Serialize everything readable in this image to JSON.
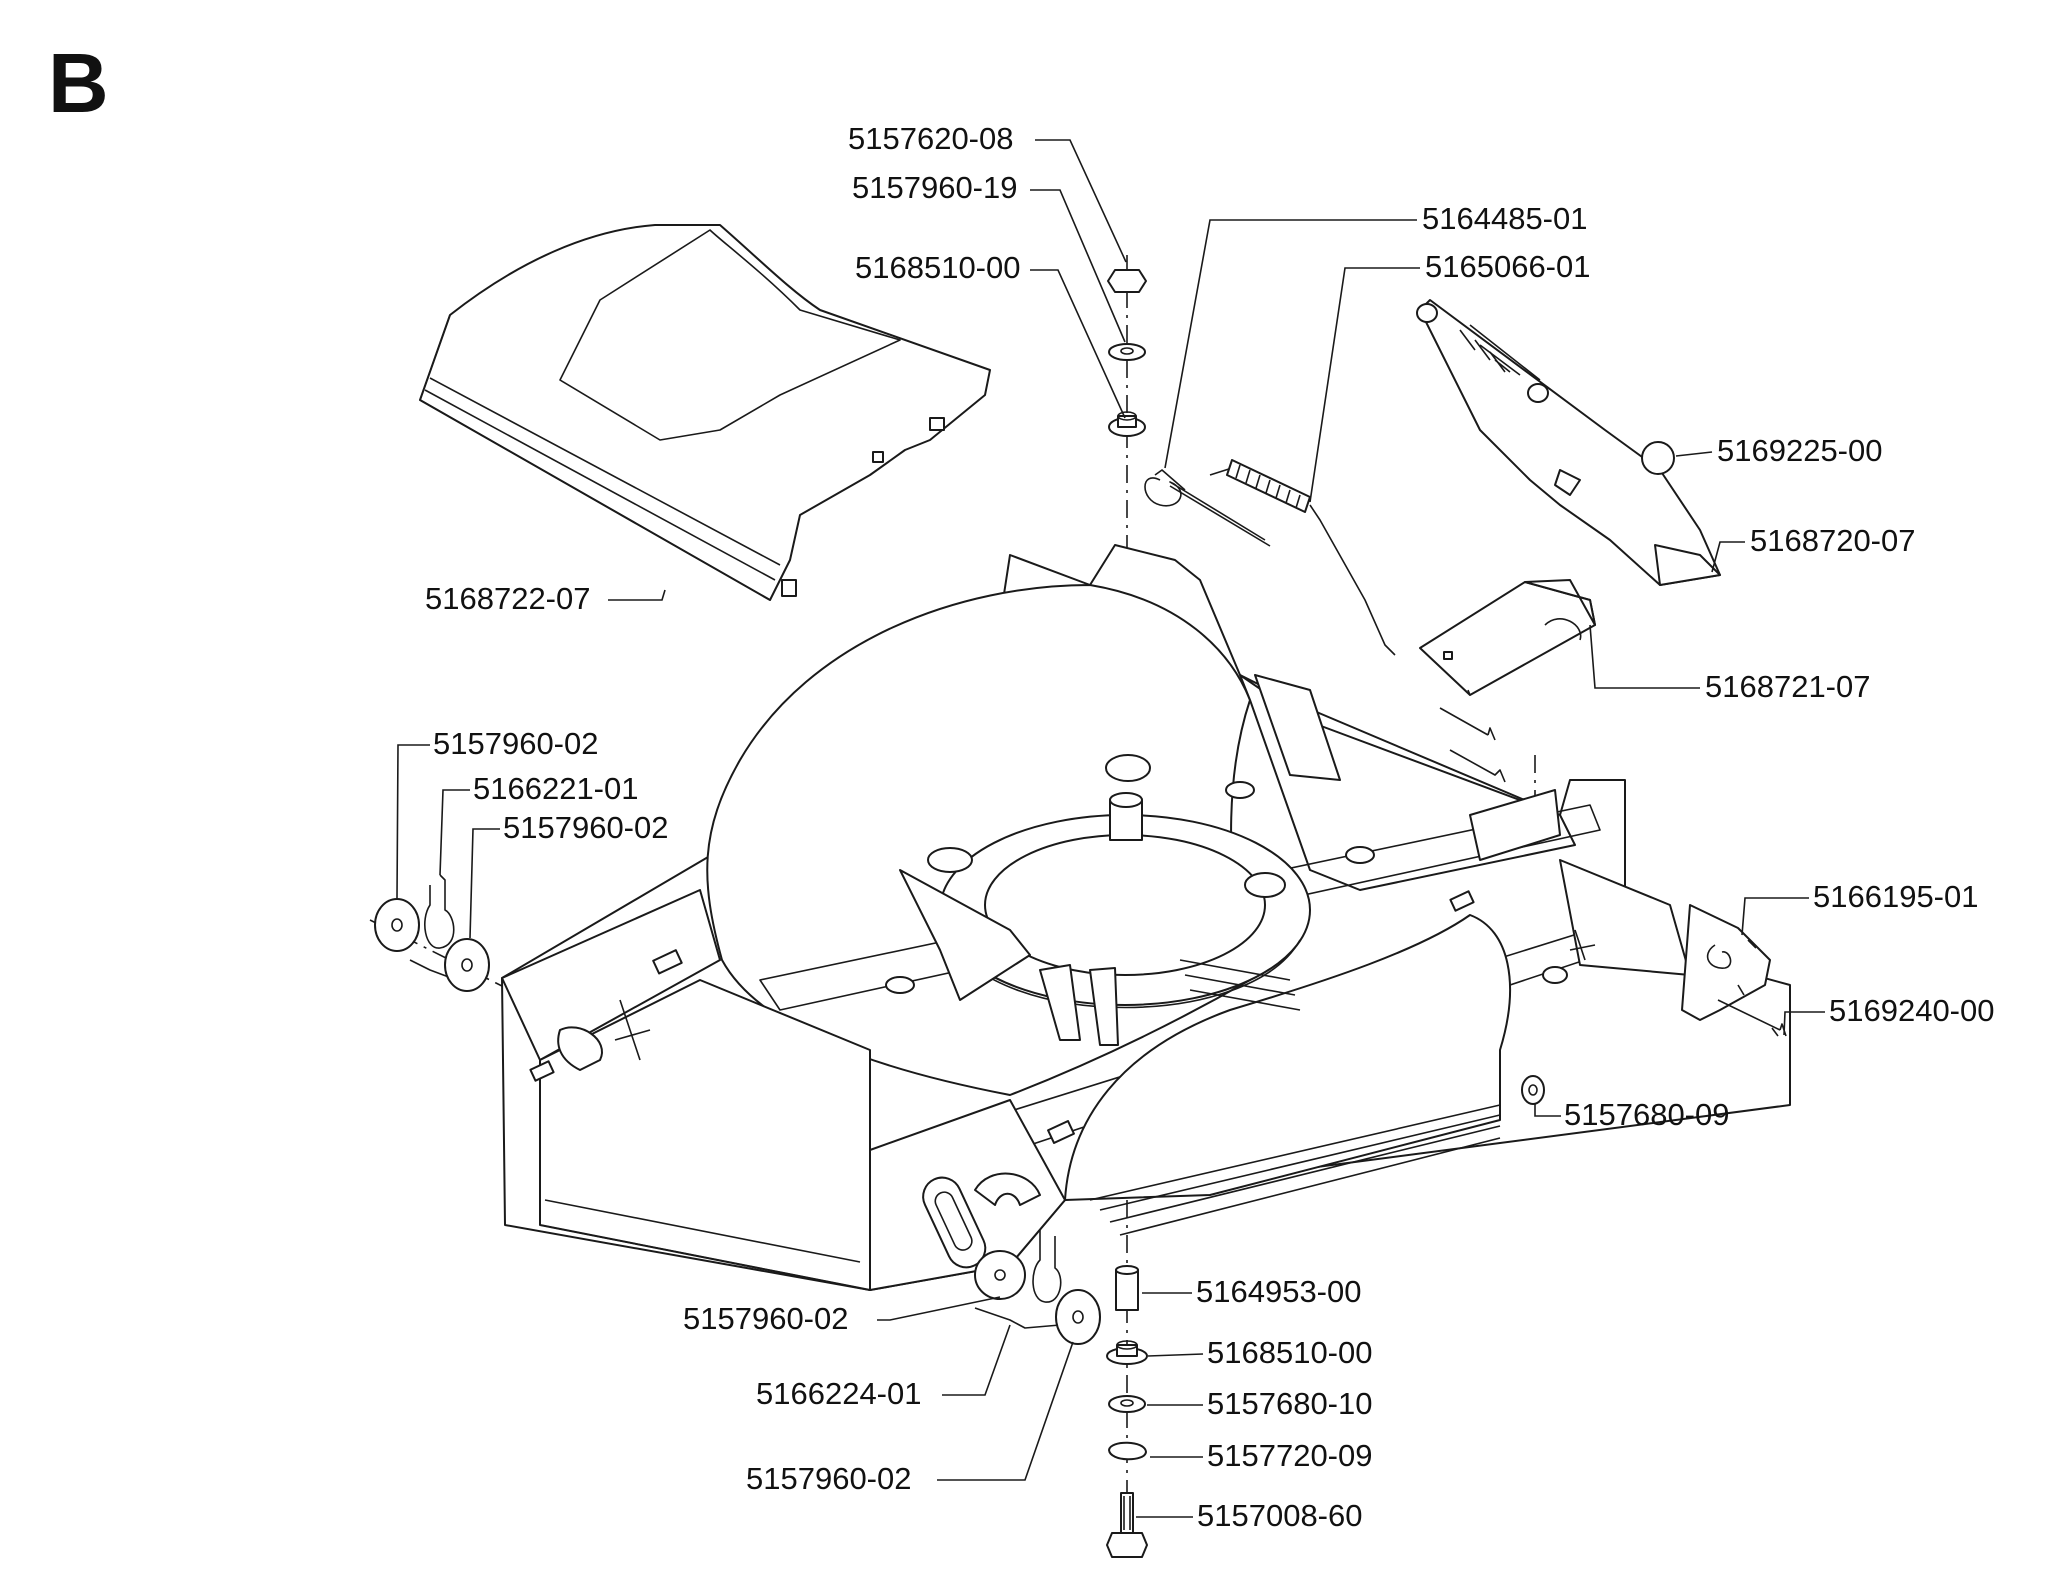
{
  "diagram": {
    "section_letter": "B",
    "part_numbers": {
      "nut_top": "5157620-08",
      "washer_top": "5157960-19",
      "bushing_top": "5168510-00",
      "torsion_spring_rod": "5164485-01",
      "tension_spring": "5165066-01",
      "rear_flap": "5169225-00",
      "rear_guard": "5168720-07",
      "rear_hinge_plate": "5168721-07",
      "front_cover": "5168722-07",
      "left_washer_outer": "5157960-02",
      "left_spring_clip": "5166221-01",
      "left_washer_inner": "5157960-02",
      "right_bracket": "5166195-01",
      "right_pin": "5169240-00",
      "right_washer": "5157680-09",
      "spacer_sleeve": "5164953-00",
      "bushing_bottom": "5168510-00",
      "washer_bottom": "5157680-10",
      "lock_washer_bottom": "5157720-09",
      "bolt_bottom": "5157008-60",
      "front_washer_a": "5157960-02",
      "front_spring_clip": "5166224-01",
      "front_washer_b": "5157960-02"
    }
  }
}
